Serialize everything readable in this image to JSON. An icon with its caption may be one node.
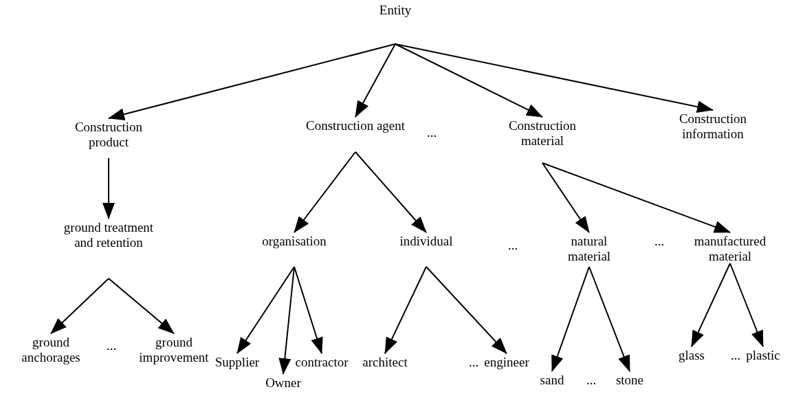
{
  "diagram": {
    "nodes": [
      {
        "text": [
          "Entity"
        ]
      },
      {
        "text": [
          "Construction product"
        ]
      },
      {
        "text": [
          "Construction agent"
        ]
      },
      {
        "text": [
          "Construction material"
        ]
      },
      {
        "text": [
          "Construction information"
        ]
      },
      {
        "text": [
          "ground treatment and retention"
        ]
      },
      {
        "text": [
          "organisation"
        ]
      },
      {
        "text": [
          "individual"
        ]
      },
      {
        "text": [
          "natural material"
        ]
      },
      {
        "text": [
          "manufactured material"
        ]
      },
      {
        "text": [
          "ground anchorages"
        ]
      },
      {
        "text": [
          "ground improvement"
        ]
      },
      {
        "text": [
          "Supplier"
        ]
      },
      {
        "text": [
          "Owner"
        ]
      },
      {
        "text": [
          "contractor"
        ]
      },
      {
        "text": [
          "architect"
        ]
      },
      {
        "text": [
          "engineer"
        ]
      },
      {
        "text": [
          "sand"
        ]
      },
      {
        "text": [
          "stone"
        ]
      },
      {
        "text": [
          "glass"
        ]
      },
      {
        "text": [
          "plastic"
        ]
      }
    ],
    "edges": [
      {
        "from": 0,
        "to": 1,
        "arrow": "to"
      },
      {
        "from": 0,
        "to": 2,
        "arrow": "to"
      },
      {
        "from": 0,
        "to": 3,
        "arrow": "to"
      },
      {
        "from": 0,
        "to": 4,
        "arrow": "to"
      },
      {
        "from": 1,
        "to": 5,
        "arrow": "to"
      },
      {
        "from": 2,
        "to": 6,
        "arrow": "to"
      },
      {
        "from": 2,
        "to": 7,
        "arrow": "to"
      },
      {
        "from": 3,
        "to": 8,
        "arrow": "to"
      },
      {
        "from": 3,
        "to": 9,
        "arrow": "to"
      },
      {
        "from": 5,
        "to": 10,
        "arrow": "to"
      },
      {
        "from": 5,
        "to": 11,
        "arrow": "to"
      },
      {
        "from": 6,
        "to": 12,
        "arrow": "to"
      },
      {
        "from": 6,
        "to": 13,
        "arrow": "to"
      },
      {
        "from": 6,
        "to": 14,
        "arrow": "to"
      },
      {
        "from": 7,
        "to": 15,
        "arrow": "to"
      },
      {
        "from": 7,
        "to": 16,
        "arrow": "to"
      },
      {
        "from": 8,
        "to": 17,
        "arrow": "to"
      },
      {
        "from": 8,
        "to": 18,
        "arrow": "to"
      },
      {
        "from": 9,
        "to": 19,
        "arrow": "to"
      },
      {
        "from": 9,
        "to": 20,
        "arrow": "to"
      }
    ],
    "labels": [
      "...",
      "...",
      "...",
      "...",
      "...",
      "...",
      "..."
    ]
  }
}
